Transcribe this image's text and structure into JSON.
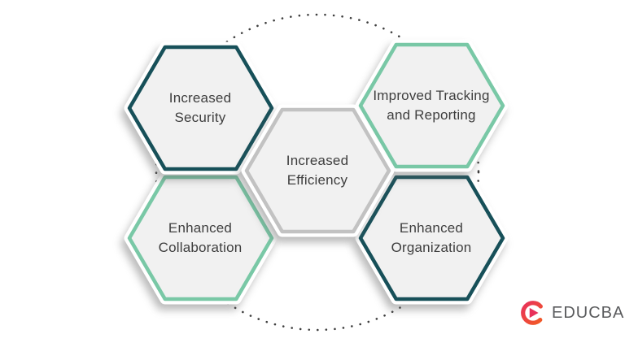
{
  "diagram": {
    "description": "Benefits diagram with five hexagons connected by a dotted ellipse",
    "nodes": [
      {
        "id": "increased-security",
        "lines": [
          "Increased",
          "Security"
        ],
        "border_color": "#175059",
        "position": "top-left"
      },
      {
        "id": "improved-tracking-and-reporting",
        "lines": [
          "Improved Tracking",
          "and Reporting"
        ],
        "border_color": "#79c8a6",
        "position": "top-right"
      },
      {
        "id": "increased-efficiency",
        "lines": [
          "Increased",
          "Efficiency"
        ],
        "border_color": "#c2c2c2",
        "position": "center"
      },
      {
        "id": "enhanced-collaboration",
        "lines": [
          "Enhanced",
          "Collaboration"
        ],
        "border_color": "#79c8a6",
        "position": "bottom-left"
      },
      {
        "id": "enhanced-organization",
        "lines": [
          "Enhanced",
          "Organization"
        ],
        "border_color": "#175059",
        "position": "bottom-right"
      }
    ],
    "connector": {
      "type": "dotted-ellipse",
      "color": "#3f3f3f"
    },
    "style": {
      "hex_fill": "#f1f1f1",
      "text_color": "#3e3e3e",
      "dark_teal": "#175059",
      "mint_green": "#79c8a6",
      "center_gray": "#c2c2c2",
      "background": "#ffffff"
    }
  },
  "branding": {
    "logo_text": "EDUCBA",
    "logo_text_color": "#5a5b5d",
    "logo_pink": "#e8315b",
    "logo_orange": "#f25c22"
  }
}
